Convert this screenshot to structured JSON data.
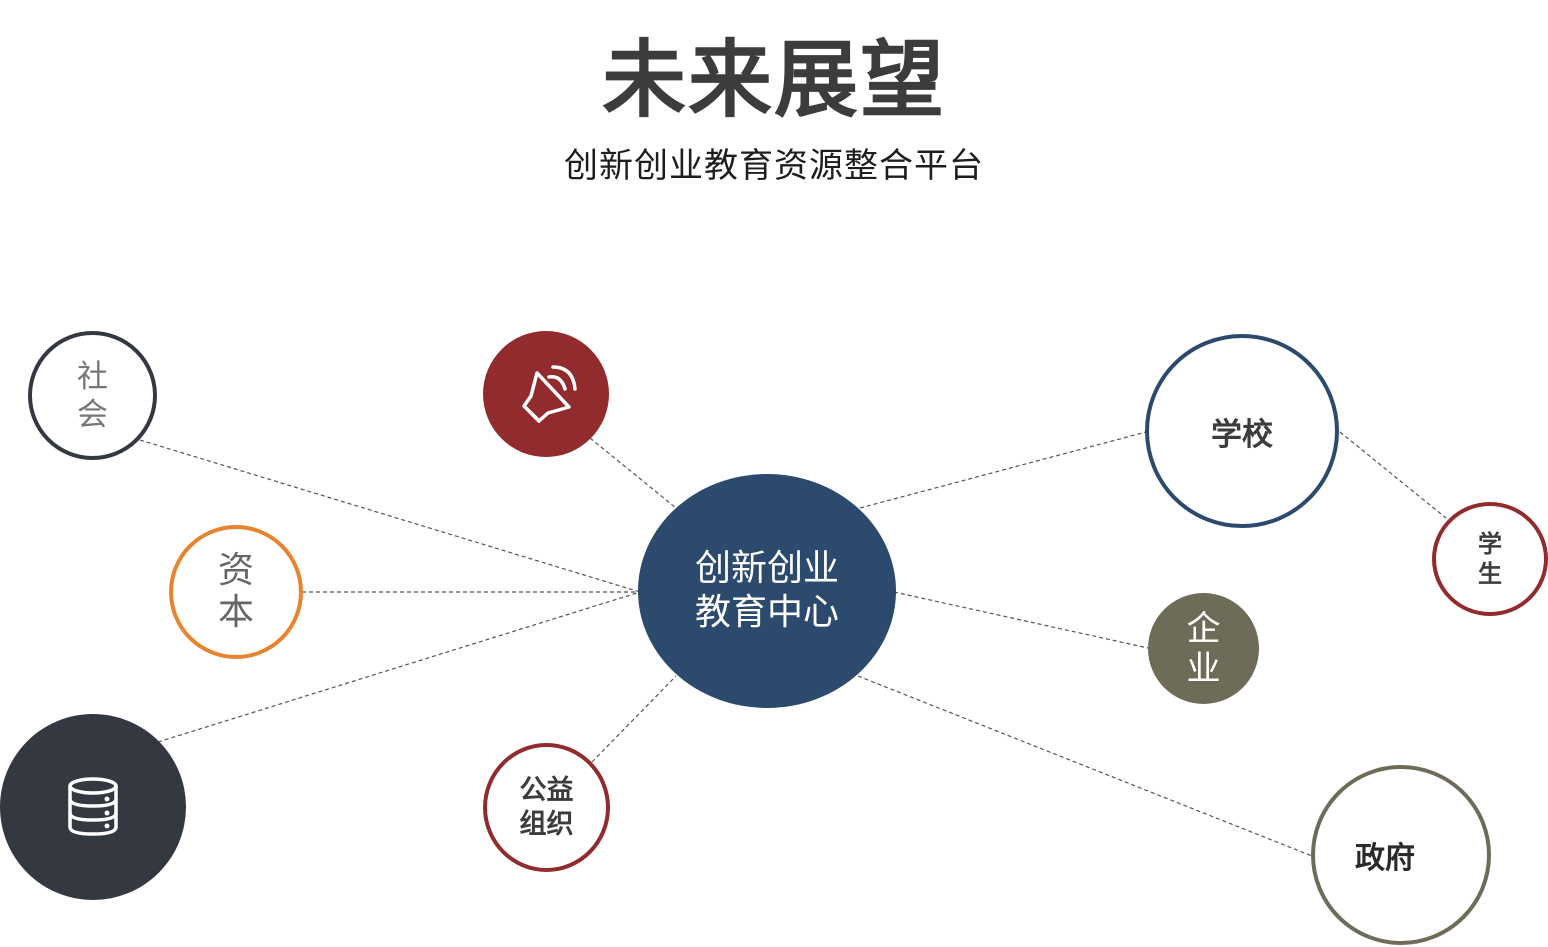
{
  "header": {
    "title": "未来展望",
    "subtitle": "创新创业教育资源整合平台"
  },
  "center": {
    "line1": "创新创业",
    "line2": "教育中心"
  },
  "nodes": {
    "society": {
      "line1": "社",
      "line2": "会"
    },
    "capital": {
      "line1": "资",
      "line2": "本"
    },
    "database": {
      "icon": "database-icon"
    },
    "media": {
      "icon": "speaker-icon"
    },
    "ngo": {
      "line1": "公益",
      "line2": "组织"
    },
    "school": {
      "label": "学校"
    },
    "student": {
      "line1": "学",
      "line2": "生"
    },
    "enterprise": {
      "line1": "企",
      "line2": "业"
    },
    "government": {
      "label": "政府"
    }
  },
  "colors": {
    "navy": "#2c4a6e",
    "dark": "#343841",
    "orange": "#e8832e",
    "red": "#922b2d",
    "olive": "#6e6c59",
    "line": "#555555"
  }
}
